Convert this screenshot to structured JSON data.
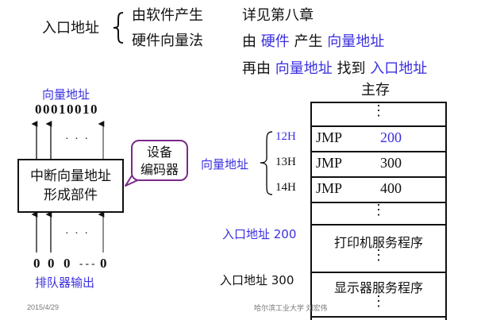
{
  "header": {
    "entry_label": "入口地址",
    "methods": [
      "由软件产生",
      "硬件向量法"
    ],
    "method_notes": [
      {
        "segments": [
          {
            "text": "详见第八章",
            "color": "black"
          }
        ]
      },
      {
        "segments": [
          {
            "text": "由",
            "color": "black"
          },
          {
            "text": "硬件",
            "color": "blue"
          },
          {
            "text": "产生",
            "color": "black"
          },
          {
            "text": "向量地址",
            "color": "blue"
          }
        ]
      },
      {
        "segments": [
          {
            "text": "再由",
            "color": "black"
          },
          {
            "text": "向量地址",
            "color": "blue"
          },
          {
            "text": "找到",
            "color": "black"
          },
          {
            "text": "入口地址",
            "color": "blue"
          }
        ]
      }
    ]
  },
  "left_diagram": {
    "vector_label": "向量地址",
    "vector_bits": "00010010",
    "ellipsis": "· · ·",
    "block_lines": [
      "中断向量地址",
      "形成部件"
    ],
    "callout_lines": [
      "设备",
      "编码器"
    ],
    "input_bits": [
      "0",
      "0",
      "0",
      "- - -",
      "0"
    ],
    "input_label": "排队器输出"
  },
  "memory": {
    "title": "主存",
    "vector_group_label": "向量地址",
    "rows": [
      {
        "addr": "12H",
        "op": "JMP",
        "target": "200",
        "addr_color": "blue",
        "target_color": "blue"
      },
      {
        "addr": "13H",
        "op": "JMP",
        "target": "300",
        "addr_color": "black",
        "target_color": "black"
      },
      {
        "addr": "14H",
        "op": "JMP",
        "target": "400",
        "addr_color": "black",
        "target_color": "black"
      }
    ],
    "vertical_dots": "⋮",
    "routines": [
      {
        "entry_label": "入口地址 200",
        "name": "打印机服务程序",
        "color": "blue"
      },
      {
        "entry_label": "入口地址 300",
        "name": "显示器服务程序",
        "color": "black"
      }
    ]
  },
  "footer": {
    "date": "2015/4/29",
    "author": "哈尔滨工业大学 刘宏伟"
  },
  "colors": {
    "blue": "#3a2fe0",
    "callout_border": "#7a2a8a",
    "line": "#111111"
  }
}
